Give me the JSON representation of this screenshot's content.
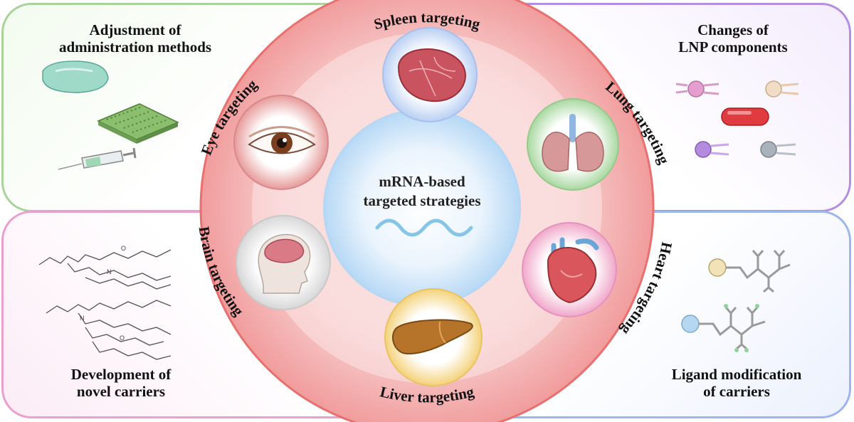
{
  "quadrants": {
    "top_left": {
      "line1": "Adjustment of",
      "line2": "administration methods"
    },
    "top_right": {
      "line1": "Changes of",
      "line2": "LNP components"
    },
    "bottom_left": {
      "line1": "Development of",
      "line2": "novel carriers"
    },
    "bottom_right": {
      "line1": "Ligand modification",
      "line2": "of carriers"
    }
  },
  "center": {
    "line1": "mRNA-based",
    "line2": "targeted strategies"
  },
  "ring": {
    "spleen": "Spleen targeting",
    "lung": "Lung targeting",
    "heart": "Heart targeting",
    "liver": "Liver targeting",
    "brain": "Brain targeting",
    "eye": "Eye targeting"
  },
  "colors": {
    "ring": "#f4a6a6",
    "ring_border": "#e86f6f",
    "center": "#cfe6fb",
    "wave": "#8ecae6",
    "top_left_border": "#a9d39a",
    "top_right_border": "#b48ee0",
    "bottom_left_border": "#eaa0cf",
    "bottom_right_border": "#9fb6ec"
  },
  "icons": {
    "top_left": [
      "hydrogel-icon",
      "microneedle-patch-icon",
      "syringe-icon"
    ],
    "top_right": [
      "lipid-pink-icon",
      "lipid-beige-icon",
      "lnp-capsule-icon",
      "lipid-purple-icon",
      "lipid-gray-icon"
    ],
    "bottom_left": [
      "lipid-structure-1-icon",
      "lipid-structure-2-icon"
    ],
    "bottom_right": [
      "ligand-carrier-1-icon",
      "ligand-carrier-2-icon"
    ],
    "ring": [
      "spleen-icon",
      "lung-icon",
      "heart-icon",
      "liver-icon",
      "brain-icon",
      "eye-icon"
    ]
  }
}
